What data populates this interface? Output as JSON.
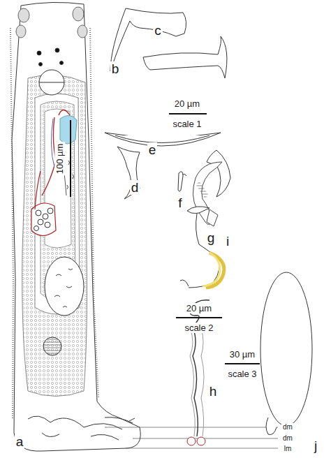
{
  "diagram": {
    "labels": [
      "c",
      "b",
      "20 µm",
      "scale 1",
      "e",
      "d",
      "f",
      "g",
      "100 µm",
      "i",
      "20 µm",
      "scale 2",
      "30 µm",
      "scale 3",
      "h",
      "j",
      "dm",
      "dm",
      "lm",
      "a"
    ]
  }
}
